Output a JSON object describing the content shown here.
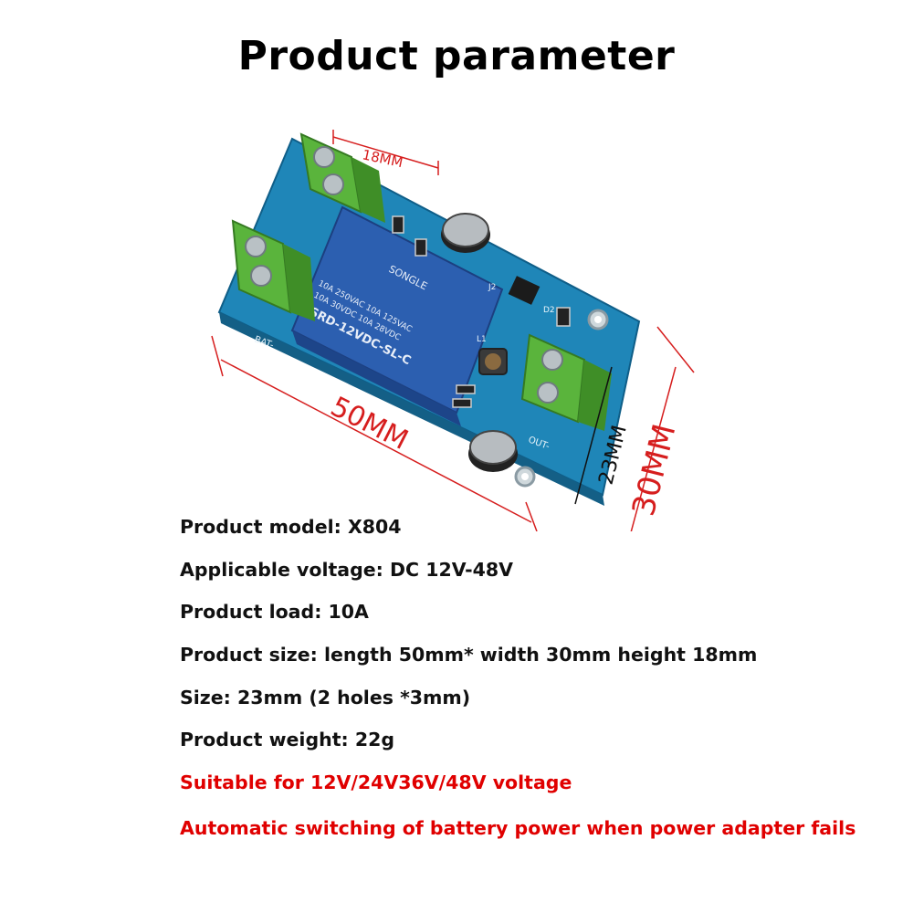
{
  "title": "Product parameter",
  "board": {
    "relay_brand": "SONGLE",
    "relay_rating_1": "10A 250VAC 10A 125VAC",
    "relay_rating_2": "10A 30VDC 10A 28VDC",
    "relay_model": "SRD-12VDC-SL-C",
    "label_bat": "BAT-",
    "label_out": "OUT-",
    "label_d2": "D2",
    "label_j2": "J2",
    "label_l1": "L1"
  },
  "dimensions": {
    "height": "18MM",
    "length": "50MM",
    "hole_spacing": "23MM",
    "width": "30MM"
  },
  "specs": [
    "Product model: X804",
    "Applicable voltage: DC 12V-48V",
    "Product load: 10A",
    "Product size: length 50mm* width 30mm height 18mm",
    "Size: 23mm (2 holes *3mm)",
    "Product weight: 22g"
  ],
  "notes": [
    "Suitable for 12V/24V36V/48V voltage",
    "Automatic switching of battery power when power adapter fails"
  ],
  "colors": {
    "note_red": "#e00000",
    "pcb_blue": "#1f86b8",
    "terminal_green": "#5ab43c",
    "relay_blue": "#2c5fb0",
    "dimension_red": "#d61e1e"
  }
}
